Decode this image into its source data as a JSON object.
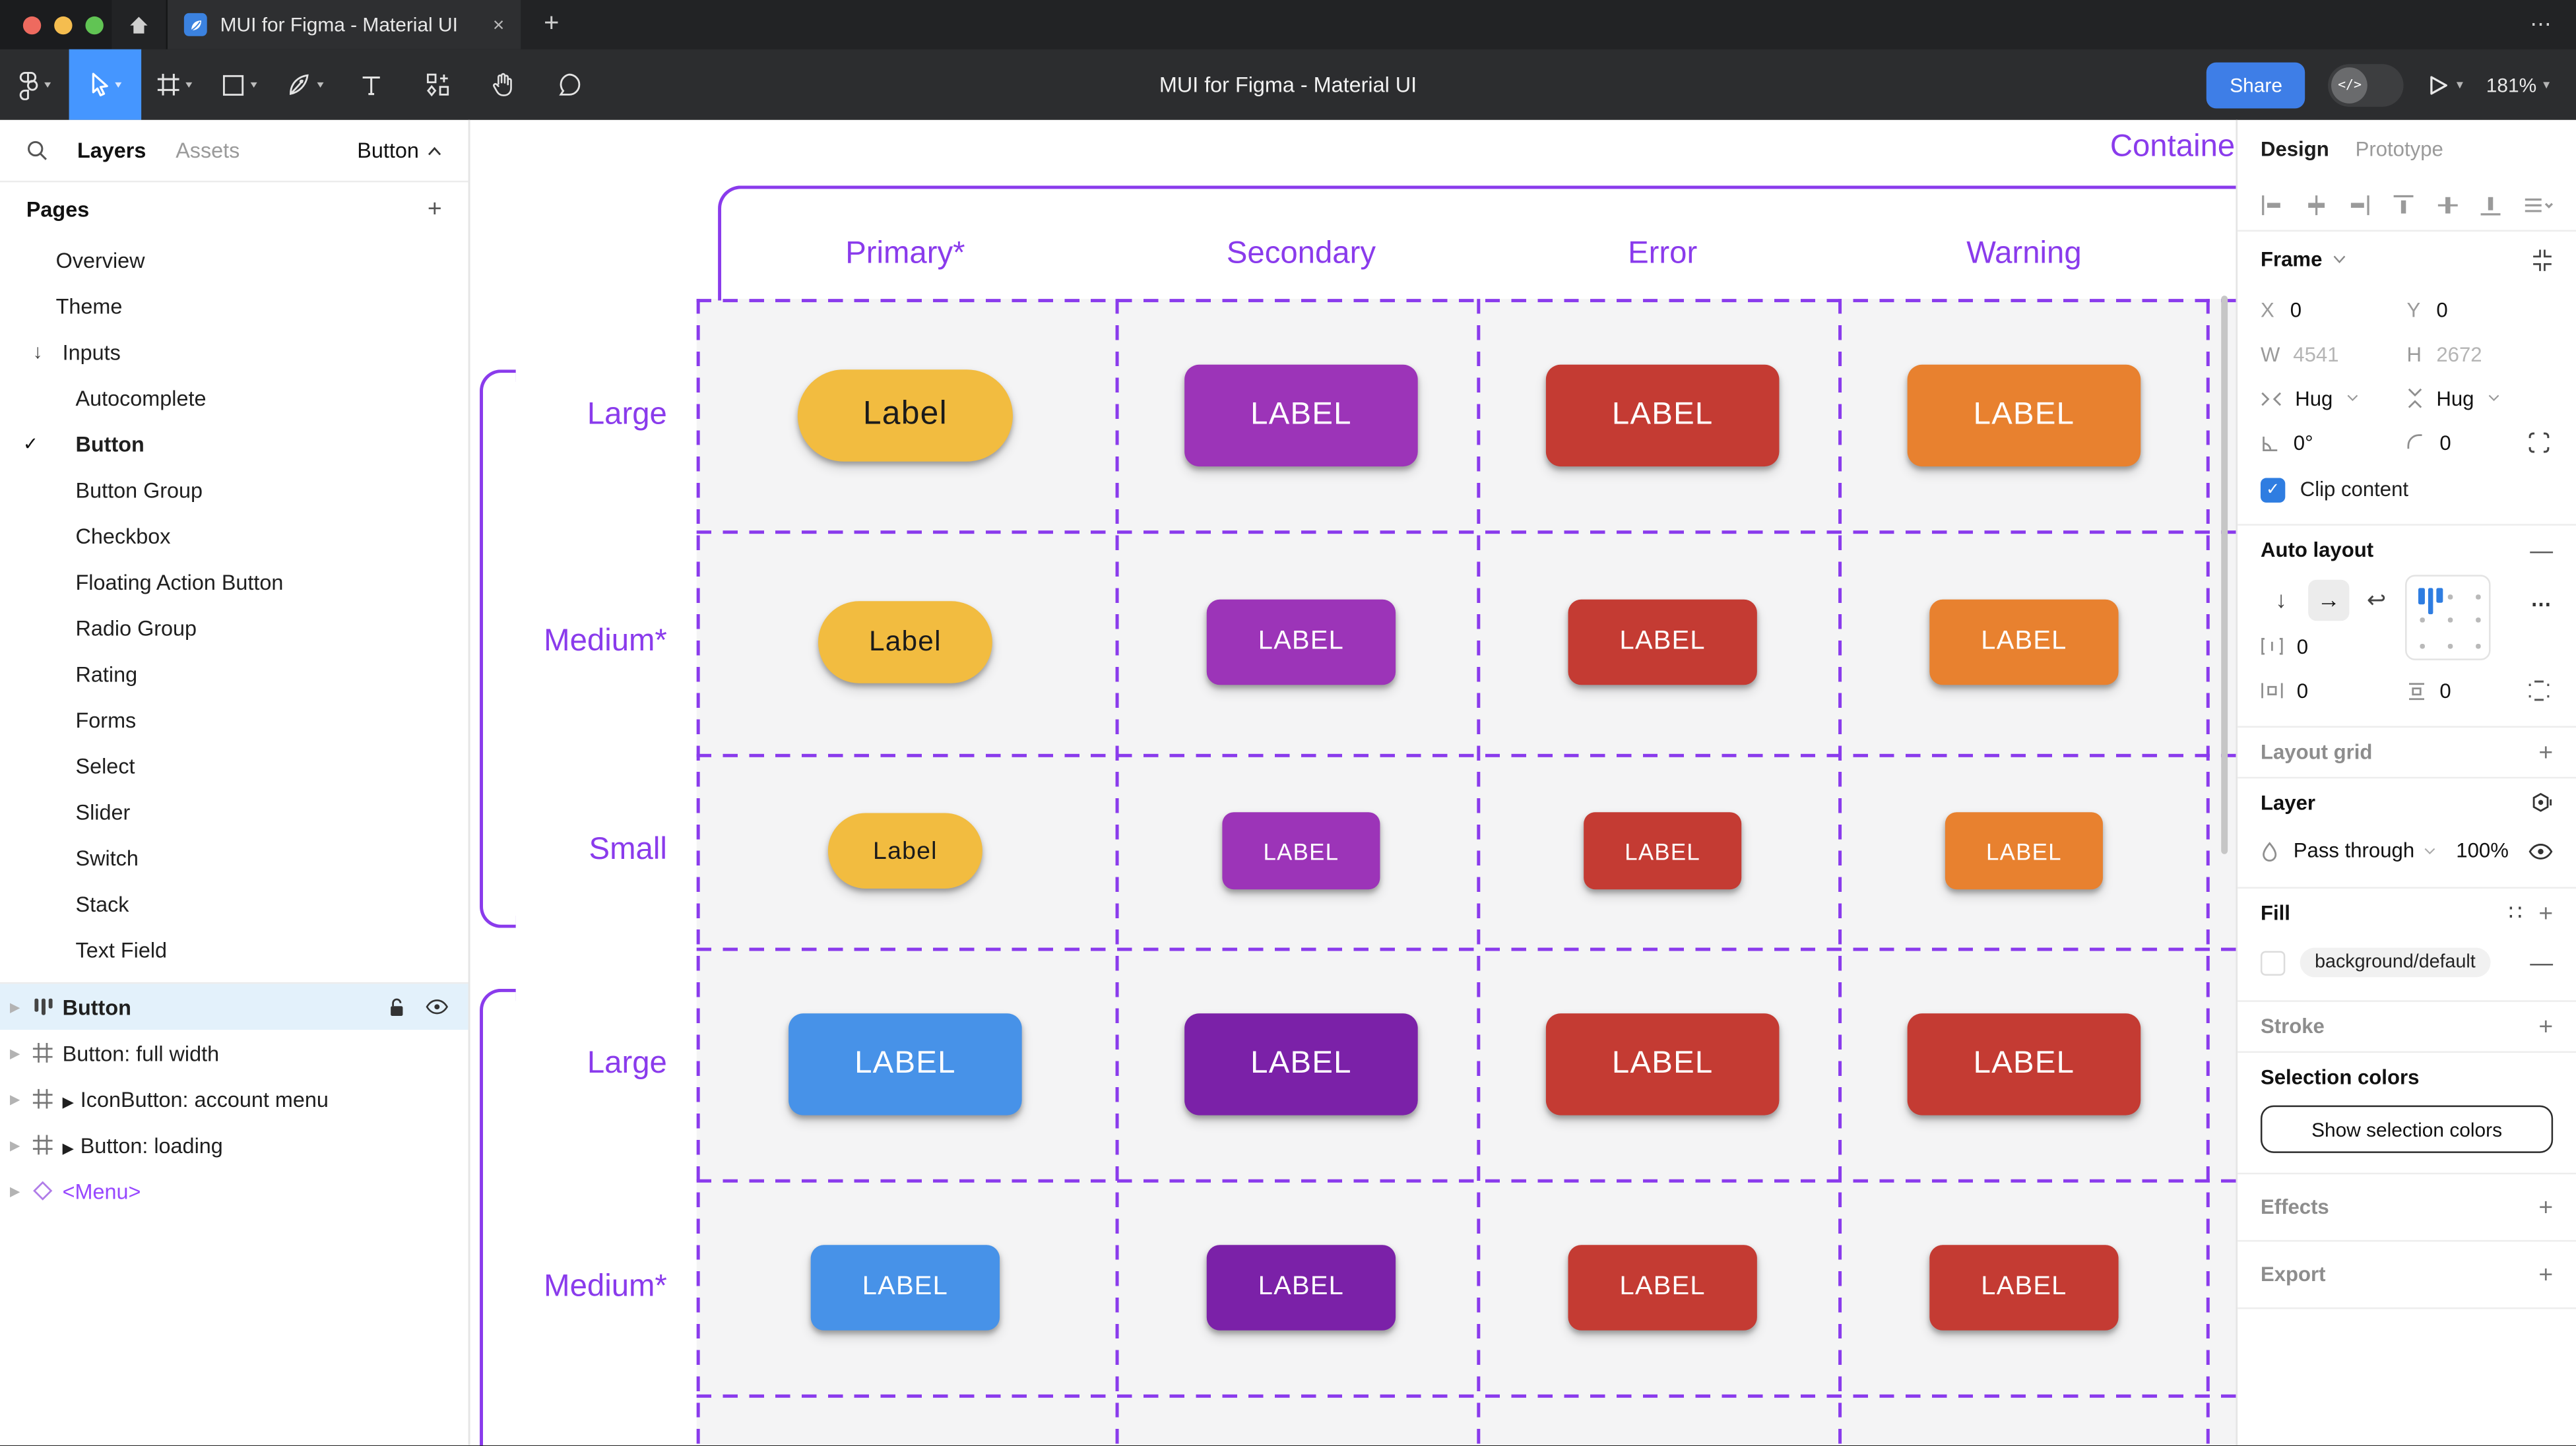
{
  "theme": {
    "purple": "#8a3bec",
    "accent_blue": "#3e7ee7",
    "traffic": [
      "#ee6a5f",
      "#f5bd4f",
      "#61c454"
    ]
  },
  "window": {
    "tab_title": "MUI for Figma - Material UI",
    "close_tab": "×",
    "new_tab": "+",
    "more": "⋯"
  },
  "toolbar": {
    "title": "MUI for Figma - Material UI",
    "share_label": "Share",
    "dev_toggle_glyph": "</>",
    "zoom_level": "181%"
  },
  "sidebar": {
    "tabs": {
      "layers": "Layers",
      "assets": "Assets"
    },
    "page_selector": "Button",
    "pages_header": "Pages",
    "pages": [
      {
        "label": "Overview",
        "indent": 1
      },
      {
        "label": "Theme",
        "indent": 1
      },
      {
        "label": "Inputs",
        "indent": 1,
        "arrow": "↓"
      },
      {
        "label": "Autocomplete",
        "indent": 2
      },
      {
        "label": "Button",
        "indent": 2,
        "selected": true
      },
      {
        "label": "Button Group",
        "indent": 2
      },
      {
        "label": "Checkbox",
        "indent": 2
      },
      {
        "label": "Floating Action Button",
        "indent": 2
      },
      {
        "label": "Radio Group",
        "indent": 2
      },
      {
        "label": "Rating",
        "indent": 2
      },
      {
        "label": "Forms",
        "indent": 2
      },
      {
        "label": "Select",
        "indent": 2
      },
      {
        "label": "Slider",
        "indent": 2
      },
      {
        "label": "Switch",
        "indent": 2
      },
      {
        "label": "Stack",
        "indent": 2
      },
      {
        "label": "Text Field",
        "indent": 2
      }
    ],
    "layers": [
      {
        "label": "Button",
        "icon": "autolayout",
        "selected": true
      },
      {
        "label": "Button: full width",
        "icon": "frame"
      },
      {
        "label": "IconButton: account menu",
        "icon": "frame",
        "marker": "▶"
      },
      {
        "label": "Button: loading",
        "icon": "frame",
        "marker": "▶"
      },
      {
        "label": "<Menu>",
        "icon": "component",
        "purple": true
      }
    ]
  },
  "canvas": {
    "frame_label": "Contained",
    "columns": [
      "Primary*",
      "Secondary",
      "Error",
      "Warning"
    ],
    "rows": [
      {
        "label": "Large",
        "size": "large",
        "buttons": [
          {
            "text": "Label",
            "variant": "pill",
            "bg": "#f2bc40",
            "fg": "#1b1b1b"
          },
          {
            "text": "LABEL",
            "variant": "rect",
            "bg": "#9c34b8",
            "fg": "#ffffff"
          },
          {
            "text": "LABEL",
            "variant": "rect",
            "bg": "#c43b33",
            "fg": "#ffffff"
          },
          {
            "text": "LABEL",
            "variant": "rect",
            "bg": "#e8812f",
            "fg": "#ffffff"
          }
        ]
      },
      {
        "label": "Medium*",
        "size": "medium",
        "buttons": [
          {
            "text": "Label",
            "variant": "pill",
            "bg": "#f2bc40",
            "fg": "#1b1b1b"
          },
          {
            "text": "LABEL",
            "variant": "rect",
            "bg": "#9c34b8",
            "fg": "#ffffff"
          },
          {
            "text": "LABEL",
            "variant": "rect",
            "bg": "#c43b33",
            "fg": "#ffffff"
          },
          {
            "text": "LABEL",
            "variant": "rect",
            "bg": "#e8812f",
            "fg": "#ffffff"
          }
        ]
      },
      {
        "label": "Small",
        "size": "small",
        "buttons": [
          {
            "text": "Label",
            "variant": "pill",
            "bg": "#f2bc40",
            "fg": "#1b1b1b"
          },
          {
            "text": "LABEL",
            "variant": "rect",
            "bg": "#9c34b8",
            "fg": "#ffffff"
          },
          {
            "text": "LABEL",
            "variant": "rect",
            "bg": "#c43b33",
            "fg": "#ffffff"
          },
          {
            "text": "LABEL",
            "variant": "rect",
            "bg": "#e8812f",
            "fg": "#ffffff"
          }
        ]
      },
      {
        "label": "Large",
        "size": "large",
        "buttons": [
          {
            "text": "LABEL",
            "variant": "rect",
            "bg": "#4792e8",
            "fg": "#ffffff"
          },
          {
            "text": "LABEL",
            "variant": "rect",
            "bg": "#7b21a8",
            "fg": "#ffffff"
          },
          {
            "text": "LABEL",
            "variant": "rect",
            "bg": "#c43b33",
            "fg": "#ffffff"
          },
          {
            "text": "LABEL",
            "variant": "rect",
            "bg": "#c43b33",
            "fg": "#ffffff"
          }
        ]
      },
      {
        "label": "Medium*",
        "size": "medium",
        "buttons": [
          {
            "text": "LABEL",
            "variant": "rect",
            "bg": "#4792e8",
            "fg": "#ffffff"
          },
          {
            "text": "LABEL",
            "variant": "rect",
            "bg": "#7b21a8",
            "fg": "#ffffff"
          },
          {
            "text": "LABEL",
            "variant": "rect",
            "bg": "#c43b33",
            "fg": "#ffffff"
          },
          {
            "text": "LABEL",
            "variant": "rect",
            "bg": "#c43b33",
            "fg": "#ffffff"
          }
        ]
      }
    ]
  },
  "inspector": {
    "tabs": {
      "design": "Design",
      "prototype": "Prototype"
    },
    "frame": {
      "title": "Frame",
      "x_label": "X",
      "x": "0",
      "y_label": "Y",
      "y": "0",
      "w_label": "W",
      "w": "4541",
      "h_label": "H",
      "h": "2672",
      "hug_h": "Hug",
      "hug_v": "Hug",
      "angle": "0°",
      "radius": "0",
      "clip_label": "Clip content"
    },
    "auto_layout": {
      "title": "Auto layout",
      "gap": "0",
      "pad_h": "0",
      "pad_v": "0"
    },
    "layout_grid": {
      "title": "Layout grid"
    },
    "layer": {
      "title": "Layer",
      "blend": "Pass through",
      "opacity": "100%"
    },
    "fill": {
      "title": "Fill",
      "style_name": "background/default"
    },
    "stroke": {
      "title": "Stroke"
    },
    "selection_colors": {
      "title": "Selection colors",
      "button": "Show selection colors"
    },
    "effects": {
      "title": "Effects"
    },
    "export": {
      "title": "Export"
    }
  }
}
